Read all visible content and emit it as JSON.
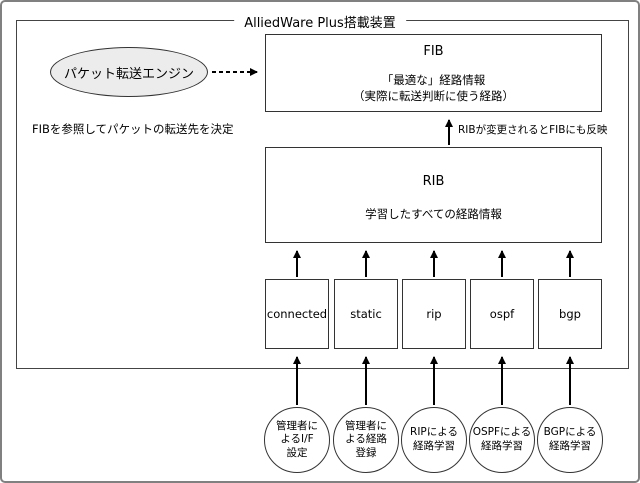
{
  "device": {
    "title": "AlliedWare Plus搭載装置"
  },
  "engine": {
    "label": "パケット転送エンジン",
    "note": "FIBを参照してパケットの転送先を決定"
  },
  "fib": {
    "title": "FIB",
    "desc": "「最適な」経路情報\n（実際に転送判断に使う経路）"
  },
  "rib": {
    "title": "RIB",
    "desc": "学習したすべての経路情報",
    "to_fib_note": "RIBが変更されるとFIBにも反映"
  },
  "protocols": [
    {
      "label": "connected",
      "source": "管理者に\nよるI/F\n設定"
    },
    {
      "label": "static",
      "source": "管理者に\nよる経路\n登録"
    },
    {
      "label": "rip",
      "source": "RIPによる\n経路学習"
    },
    {
      "label": "ospf",
      "source": "OSPFによる\n経路学習"
    },
    {
      "label": "bgp",
      "source": "BGPによる\n経路学習"
    }
  ]
}
